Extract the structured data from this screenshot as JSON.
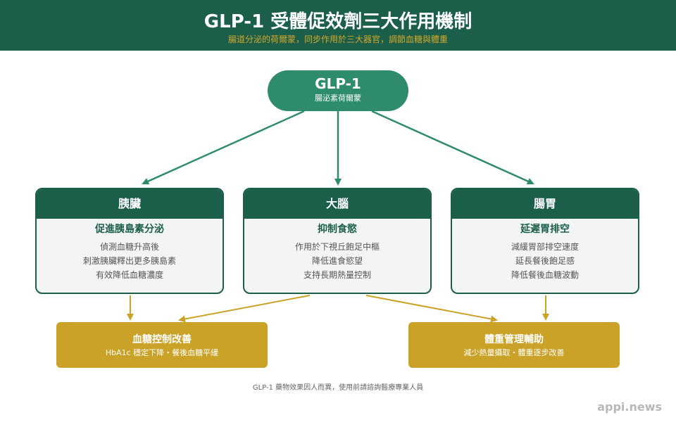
{
  "header": {
    "title": "GLP-1 受體促效劑三大作用機制",
    "subtitle": "腸道分泌的荷爾蒙，同步作用於三大器官，調節血糖與體重"
  },
  "root": {
    "name": "GLP-1",
    "subtitle": "腸泌素荷爾蒙"
  },
  "organs": [
    {
      "name": "胰臟",
      "heading": "促進胰島素分泌",
      "lines": [
        "偵測血糖升高後",
        "刺激胰臟釋出更多胰島素",
        "有效降低血糖濃度"
      ]
    },
    {
      "name": "大腦",
      "heading": "抑制食慾",
      "lines": [
        "作用於下視丘飽足中樞",
        "降低進食慾望",
        "支持長期熱量控制"
      ]
    },
    {
      "name": "腸胃",
      "heading": "延遲胃排空",
      "lines": [
        "減緩胃部排空速度",
        "延長餐後飽足感",
        "降低餐後血糖波動"
      ]
    }
  ],
  "outcomes": [
    {
      "name": "血糖控制改善",
      "desc": "HbA1c 穩定下降・餐後血糖平緩"
    },
    {
      "name": "體重管理輔助",
      "desc": "減少熱量攝取・體重逐步改善"
    }
  ],
  "footnote": "GLP-1 藥物效果因人而異，使用前請諮詢醫療專業人員",
  "brand": "appi.news",
  "colors": {
    "dark_green": "#1b5e4a",
    "mid_green": "#2e8b6c",
    "gold": "#c9a227",
    "card_bg": "#f2f5f4"
  }
}
